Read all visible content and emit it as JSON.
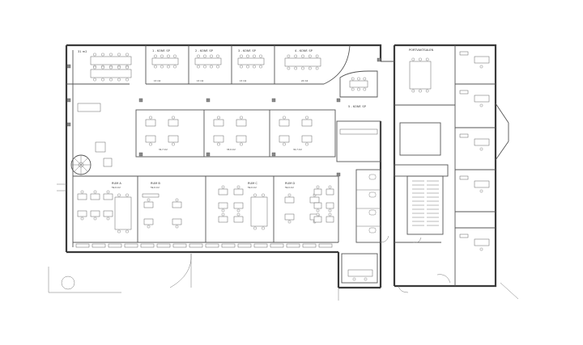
{
  "rooms": {
    "room_31": {
      "name": "31 m2"
    },
    "konf1": {
      "name": "1 - KONF. SP",
      "area": "15 m2"
    },
    "konf2": {
      "name": "2 - KONF. SP",
      "area": "15 m2"
    },
    "konf3": {
      "name": "3 - KONF. SP",
      "area": "15 m2"
    },
    "konf4": {
      "name": "4 - KONF. SP",
      "area": "24 m2"
    },
    "konf5": {
      "name": "5 - KONF. SP"
    },
    "portvakt": {
      "name": "PORTVAKTSALEN"
    },
    "open_a": {
      "area": "32,7 m2"
    },
    "open_b": {
      "area": "33,0 m2"
    },
    "open_c": {
      "area": "32,7 m2"
    },
    "rum_a": {
      "name": "RUM A",
      "area": "59,0 m2"
    },
    "rum_b": {
      "name": "RUM B",
      "area": "59,0 m2"
    },
    "rum_c": {
      "name": "RUM C",
      "area": "59,0 m2"
    },
    "rum_d": {
      "name": "RUM D",
      "area": "59,0 m2"
    }
  }
}
